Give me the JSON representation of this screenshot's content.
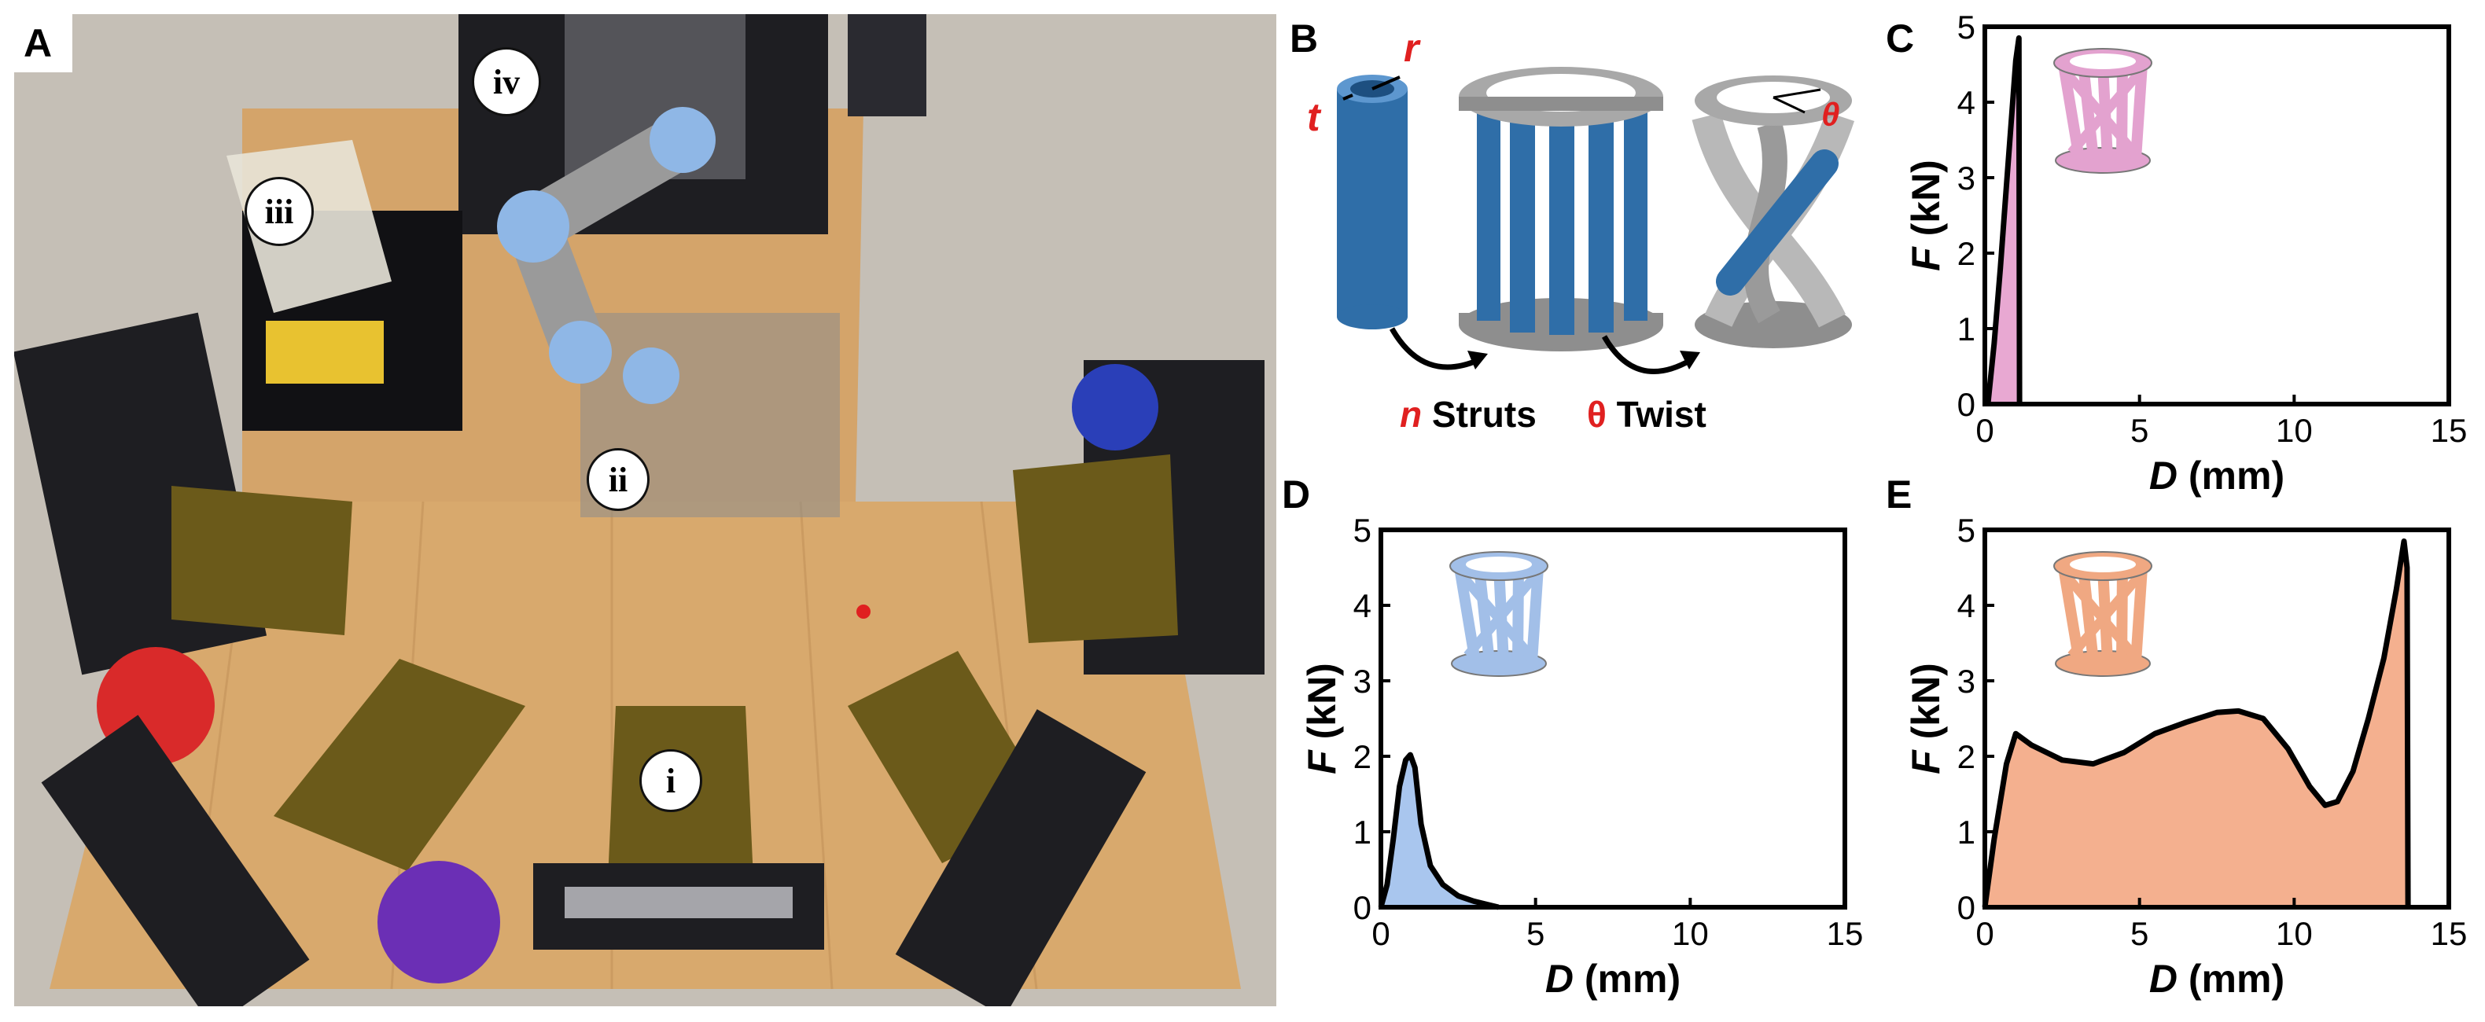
{
  "panel_labels": {
    "a": "A",
    "b": "B",
    "c": "C",
    "d": "D",
    "e": "E"
  },
  "photo": {
    "station_labels": [
      "i",
      "ii",
      "iii",
      "iv"
    ],
    "colors": {
      "floor": "#c9c4bb",
      "table": "#d4a46a",
      "printer": "#1e1e22",
      "build_plate": "#6b5a1a",
      "red_spool": "#d92a2a",
      "purple_spool": "#6b2fb5",
      "blue_spool": "#2a3fb8",
      "robot_joint": "#8fb7e6",
      "robot_body": "#9a9a9a"
    }
  },
  "schematic": {
    "param_t": "t",
    "param_r": "r",
    "param_theta": "θ",
    "step1_sym": "n",
    "step1_word": "Struts",
    "step2_sym": "θ",
    "step2_word": "Twist",
    "colors": {
      "strut": "#2f6ea8",
      "ring": "#8e8e8e",
      "accent": "#e02020"
    }
  },
  "chart_data": [
    {
      "panel": "C",
      "type": "area",
      "xlabel_sym": "D",
      "xlabel_unit": "(mm)",
      "ylabel_sym": "F",
      "ylabel_unit": "(kN)",
      "xlim": [
        0,
        15
      ],
      "ylim": [
        0,
        5
      ],
      "xticks": [
        0,
        5,
        10,
        15
      ],
      "yticks": [
        0,
        1,
        2,
        3,
        4,
        5
      ],
      "fill": "#e8a8d2",
      "inset_color": "#e3a2cf",
      "x": [
        0.1,
        0.3,
        0.5,
        0.7,
        0.9,
        1.0,
        1.1,
        1.12
      ],
      "y": [
        0,
        0.8,
        1.8,
        2.9,
        4.0,
        4.55,
        4.85,
        0
      ]
    },
    {
      "panel": "D",
      "type": "area",
      "xlabel_sym": "D",
      "xlabel_unit": "(mm)",
      "ylabel_sym": "F",
      "ylabel_unit": "(kN)",
      "xlim": [
        0,
        15
      ],
      "ylim": [
        0,
        5
      ],
      "xticks": [
        0,
        5,
        10,
        15
      ],
      "yticks": [
        0,
        1,
        2,
        3,
        4,
        5
      ],
      "fill": "#a9c6ee",
      "inset_color": "#a2bfe8",
      "x": [
        0,
        0.2,
        0.4,
        0.6,
        0.8,
        0.95,
        1.1,
        1.3,
        1.6,
        2.0,
        2.5,
        3.0,
        3.5,
        3.8
      ],
      "y": [
        0,
        0.3,
        0.9,
        1.6,
        1.95,
        2.02,
        1.85,
        1.1,
        0.55,
        0.3,
        0.15,
        0.08,
        0.03,
        0
      ]
    },
    {
      "panel": "E",
      "type": "area",
      "xlabel_sym": "D",
      "xlabel_unit": "(mm)",
      "ylabel_sym": "F",
      "ylabel_unit": "(kN)",
      "xlim": [
        0,
        15
      ],
      "ylim": [
        0,
        5
      ],
      "xticks": [
        0,
        5,
        10,
        15
      ],
      "yticks": [
        0,
        1,
        2,
        3,
        4,
        5
      ],
      "fill": "#f4b08f",
      "inset_color": "#f0a882",
      "x": [
        0,
        0.3,
        0.7,
        1.0,
        1.5,
        2.5,
        3.5,
        4.5,
        5.5,
        6.5,
        7.5,
        8.2,
        9.0,
        9.8,
        10.5,
        11.0,
        11.4,
        11.9,
        12.4,
        12.9,
        13.3,
        13.55,
        13.65,
        13.68
      ],
      "y": [
        0,
        0.9,
        1.9,
        2.3,
        2.15,
        1.95,
        1.9,
        2.05,
        2.3,
        2.45,
        2.58,
        2.6,
        2.5,
        2.1,
        1.6,
        1.35,
        1.4,
        1.8,
        2.5,
        3.3,
        4.2,
        4.85,
        4.5,
        0
      ]
    }
  ]
}
